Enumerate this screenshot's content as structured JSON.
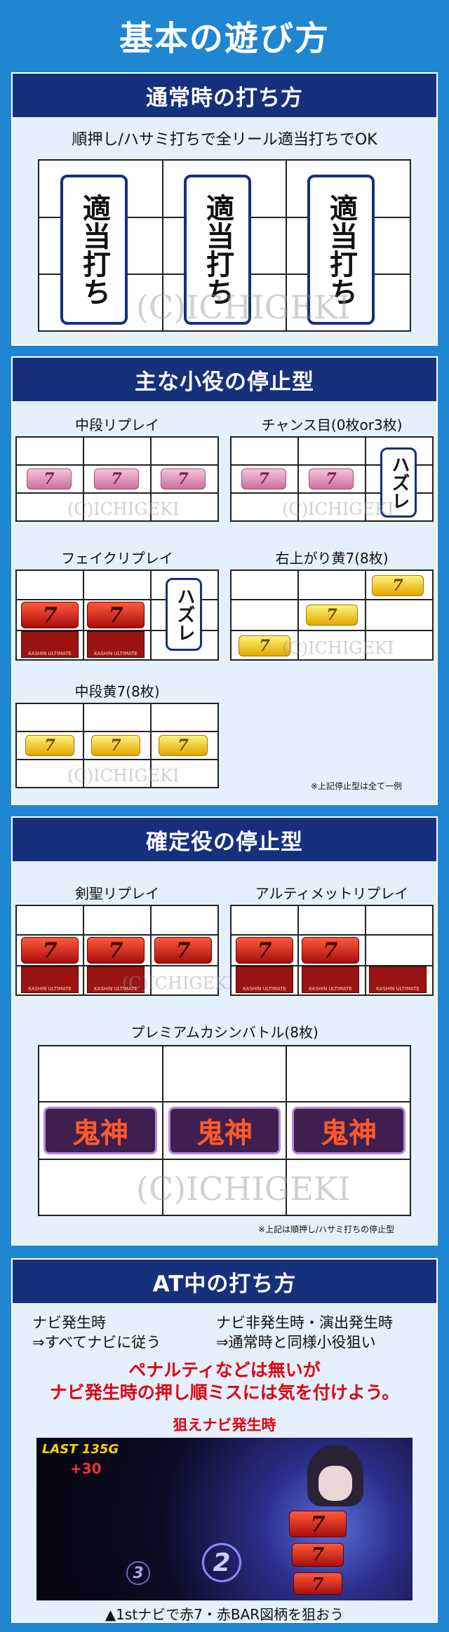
{
  "page_title": "基本の遊び方",
  "watermark": "(C)ICHIGEKI",
  "section1": {
    "header": "通常時の打ち方",
    "instruction": "順押し/ハサミ打ちで全リール適当打ちでOK",
    "reel_tags": [
      "適当打ち",
      "適当打ち",
      "適当打ち"
    ]
  },
  "section2": {
    "header": "主な小役の停止型",
    "panels": [
      {
        "label": "中段リプレイ"
      },
      {
        "label": "チャンス目(0枚or3枚)",
        "tag": "ハズレ"
      },
      {
        "label": "フェイクリプレイ",
        "tag": "ハズレ"
      },
      {
        "label": "右上がり黄7(8枚)"
      },
      {
        "label": "中段黄7(8枚)"
      }
    ],
    "note": "※上記停止型は全て一例"
  },
  "section3": {
    "header": "確定役の停止型",
    "panels": [
      {
        "label": "剣聖リプレイ"
      },
      {
        "label": "アルティメットリプレイ"
      },
      {
        "label": "プレミアムカシンバトル(8枚)"
      }
    ],
    "symbol_oni": "鬼神",
    "bar_text": "KASHIN ULTIMATE",
    "note": "※上記は順押し/ハサミ打ちの停止型"
  },
  "section4": {
    "header": "AT中の打ち方",
    "col_left": [
      "ナビ発生時",
      "⇒すべてナビに従う"
    ],
    "col_right": [
      "ナビ非発生時・演出発生時",
      "⇒通常時と同様小役狙い"
    ],
    "warning": [
      "ペナルティなどは無いが",
      "ナビ発生時の押し順ミスには気を付けよう。"
    ],
    "screenshot_caption": "狙えナビ発生時",
    "hud_last": "LAST 135G",
    "hud_plus": "+30",
    "nav_numbers": [
      "3",
      "2"
    ],
    "footer": "▲1stナビで赤7・赤BAR図柄を狙おう"
  },
  "colors": {
    "background": "#1f86d1",
    "header_navy": "#17307c",
    "panel_bg": "#e4f0fb",
    "warning_red": "#e10012"
  }
}
